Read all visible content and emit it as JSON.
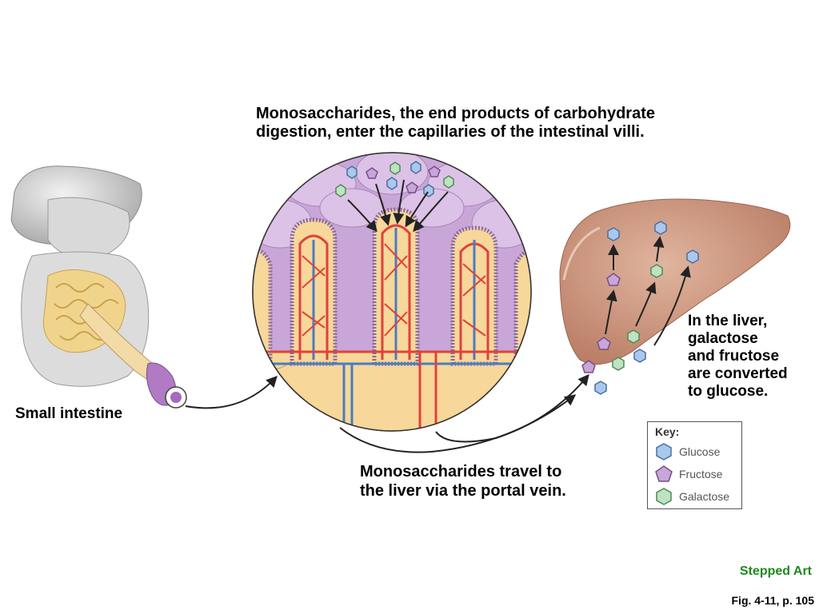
{
  "captions": {
    "top_line1": "Monosaccharides, the end products of carbohydrate",
    "top_line2": "digestion, enter the capillaries of the intestinal villi.",
    "small_intestine": "Small intestine",
    "travel_line1": "Monosaccharides travel to",
    "travel_line2": "the liver via the portal vein.",
    "liver_line1": "In the liver,",
    "liver_line2": "galactose",
    "liver_line3": "and fructose",
    "liver_line4": "are converted",
    "liver_line5": "to glucose."
  },
  "key": {
    "title": "Key:",
    "items": [
      {
        "label": "Glucose",
        "icon": "hexagon-icon",
        "color": "#a9c8ec"
      },
      {
        "label": "Fructose",
        "icon": "pentagon-icon",
        "color": "#c7a6d8"
      },
      {
        "label": "Galactose",
        "icon": "hexagon-icon",
        "color": "#bfe2c2"
      }
    ]
  },
  "footer": {
    "stepped_art": "Stepped Art",
    "figure_ref": "Fig. 4-11, p. 105",
    "stepped_color": "#1e8a1e"
  },
  "colors": {
    "villus_purple": "#c9a6d8",
    "villus_core": "#f8d99a",
    "artery_red": "#e0413a",
    "vein_blue": "#4a7cc4",
    "liver_brown": "#c98d72"
  }
}
